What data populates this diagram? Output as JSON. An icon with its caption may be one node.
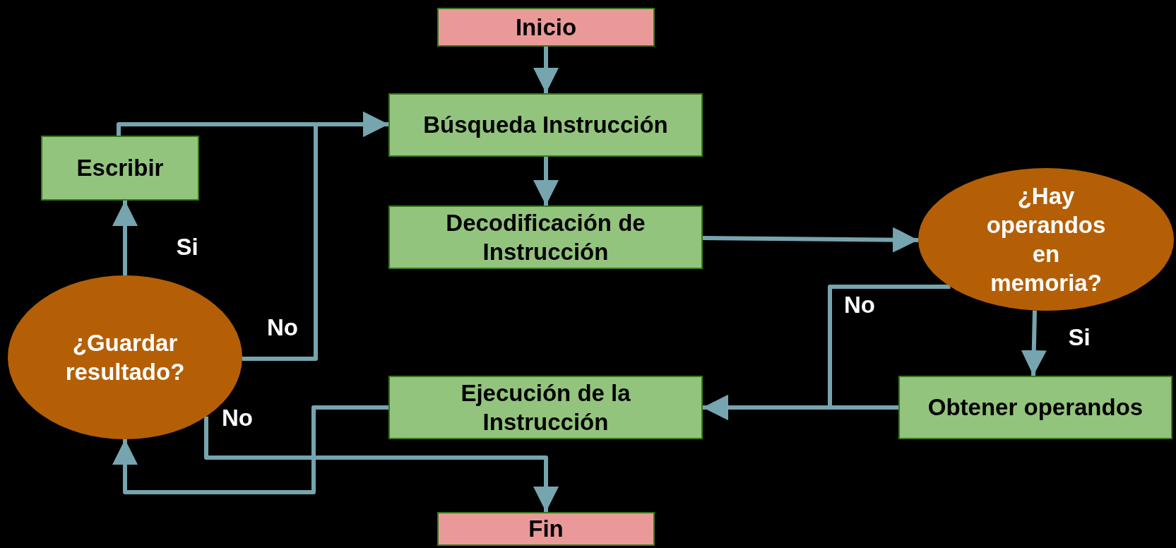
{
  "diagram": {
    "nodes": [
      {
        "text": [
          "Inicio"
        ]
      },
      {
        "text": [
          "Búsqueda Instrucción"
        ]
      },
      {
        "text": [
          "Escribir"
        ]
      },
      {
        "text": [
          "Decodificación de Instrucción"
        ]
      },
      {
        "text": [
          "¿Hay operandos en memoria?"
        ]
      },
      {
        "text": [
          "¿Guardar resultado?"
        ]
      },
      {
        "text": [
          "Ejecución de la Instrucción"
        ]
      },
      {
        "text": [
          "Obtener operandos"
        ]
      },
      {
        "text": [
          "Fin"
        ]
      }
    ],
    "edges": [
      {
        "from": 0,
        "to": 1,
        "arrow": "to"
      },
      {
        "from": 1,
        "to": 3,
        "arrow": "to"
      },
      {
        "from": 3,
        "to": 4,
        "arrow": "to"
      },
      {
        "from": 4,
        "to": 7,
        "arrow": "to",
        "label": "Si"
      },
      {
        "from": 4,
        "to": 6,
        "arrow": "to",
        "label": "No"
      },
      {
        "from": 7,
        "to": 6,
        "arrow": "to"
      },
      {
        "from": 6,
        "to": 5,
        "arrow": "to"
      },
      {
        "from": 5,
        "to": 2,
        "arrow": "to",
        "label": "Si"
      },
      {
        "from": 2,
        "to": 1,
        "arrow": "to"
      },
      {
        "from": 5,
        "to": 1,
        "arrow": "to",
        "label": "No"
      },
      {
        "from": 5,
        "to": 8,
        "arrow": "to",
        "label": "No"
      }
    ]
  }
}
